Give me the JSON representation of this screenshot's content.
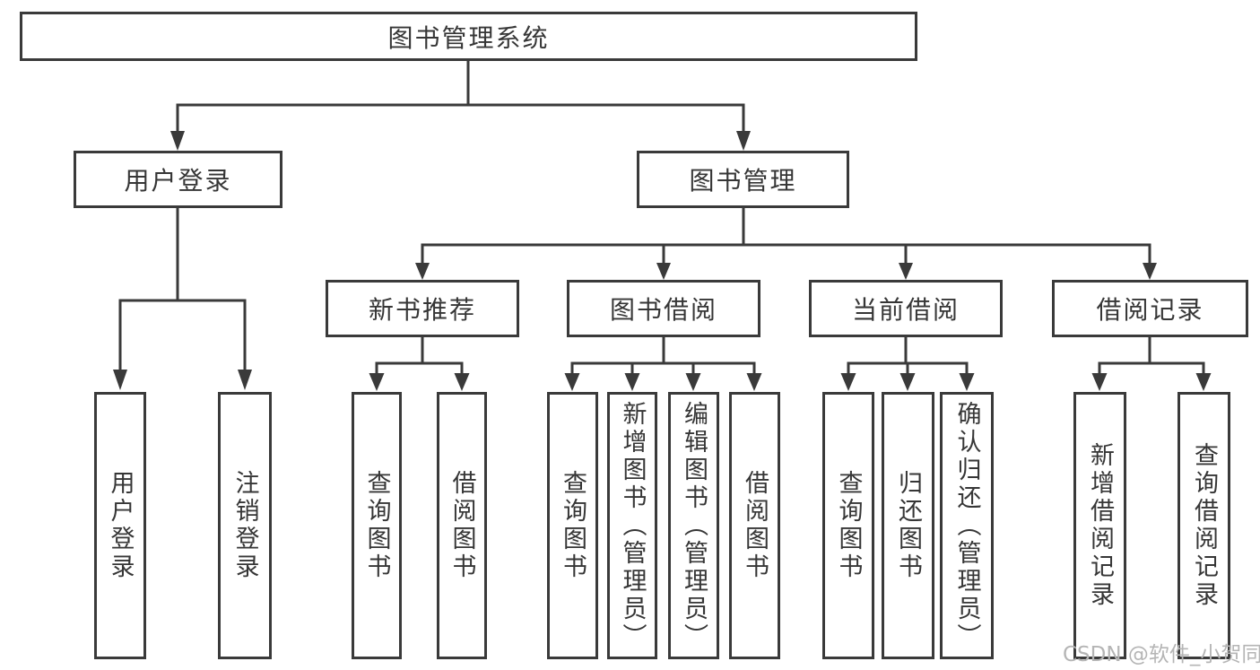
{
  "tree": {
    "root": {
      "label": "图书管理系统",
      "children": [
        {
          "label": "用户登录",
          "leaves": [
            {
              "label": "用户登录"
            },
            {
              "label": "注销登录"
            }
          ]
        },
        {
          "label": "图书管理",
          "children": [
            {
              "label": "新书推荐",
              "leaves": [
                {
                  "label": "查询图书"
                },
                {
                  "label": "借阅图书"
                }
              ]
            },
            {
              "label": "图书借阅",
              "leaves": [
                {
                  "label": "查询图书"
                },
                {
                  "label": "新增图书（管理员）"
                },
                {
                  "label": "编辑图书（管理员）"
                },
                {
                  "label": "借阅图书"
                }
              ]
            },
            {
              "label": "当前借阅",
              "leaves": [
                {
                  "label": "查询图书"
                },
                {
                  "label": "归还图书"
                },
                {
                  "label": "确认归还（管理员）"
                }
              ]
            },
            {
              "label": "借阅记录",
              "leaves": [
                {
                  "label": "新增借阅记录"
                },
                {
                  "label": "查询借阅记录"
                }
              ]
            }
          ]
        }
      ]
    }
  },
  "watermark": {
    "text": "CSDN @软件_小贺同学"
  },
  "colors": {
    "line": "#3a3a3a",
    "text": "#363636",
    "watermark": "#b5b5b5",
    "background": "#ffffff"
  }
}
